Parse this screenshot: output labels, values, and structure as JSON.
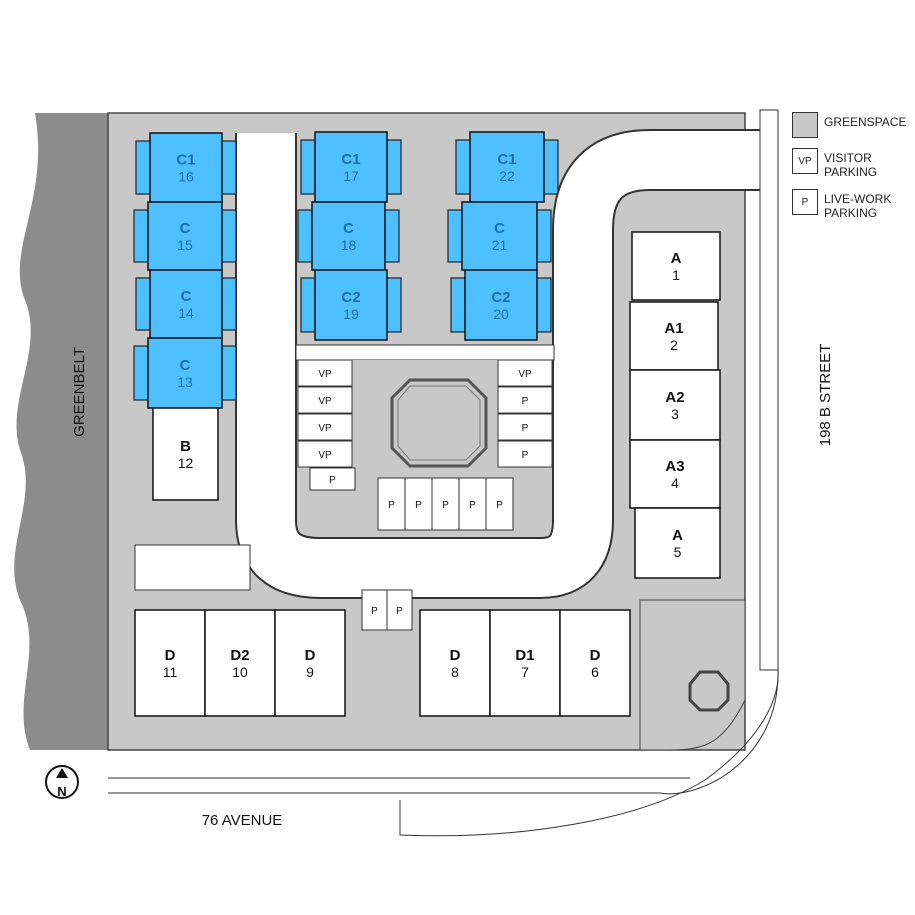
{
  "colors": {
    "greenspace": "#c8c8c8",
    "greenbelt": "#8c8c8c",
    "highlight": "#4fc0ff",
    "highlight_text": "#1a6fa8",
    "building": "#ffffff",
    "outline": "#222222"
  },
  "legend": [
    {
      "swatch": "",
      "label": "GREENSPACE"
    },
    {
      "swatch": "VP",
      "label": "VISITOR PARKING"
    },
    {
      "swatch": "P",
      "label": "LIVE-WORK PARKING"
    }
  ],
  "labels": {
    "greenbelt": "GREENBELT",
    "street": "198 B STREET",
    "avenue": "76 AVENUE",
    "north": "N"
  },
  "units": [
    {
      "type": "C1",
      "number": "16",
      "highlighted": true
    },
    {
      "type": "C",
      "number": "15",
      "highlighted": true
    },
    {
      "type": "C",
      "number": "14",
      "highlighted": true
    },
    {
      "type": "C",
      "number": "13",
      "highlighted": true
    },
    {
      "type": "C1",
      "number": "17",
      "highlighted": true
    },
    {
      "type": "C",
      "number": "18",
      "highlighted": true
    },
    {
      "type": "C2",
      "number": "19",
      "highlighted": true
    },
    {
      "type": "C1",
      "number": "22",
      "highlighted": true
    },
    {
      "type": "C",
      "number": "21",
      "highlighted": true
    },
    {
      "type": "C2",
      "number": "20",
      "highlighted": true
    },
    {
      "type": "B",
      "number": "12",
      "highlighted": false
    },
    {
      "type": "A",
      "number": "1",
      "highlighted": false
    },
    {
      "type": "A1",
      "number": "2",
      "highlighted": false
    },
    {
      "type": "A2",
      "number": "3",
      "highlighted": false
    },
    {
      "type": "A3",
      "number": "4",
      "highlighted": false
    },
    {
      "type": "A",
      "number": "5",
      "highlighted": false
    },
    {
      "type": "D",
      "number": "11",
      "highlighted": false
    },
    {
      "type": "D2",
      "number": "10",
      "highlighted": false
    },
    {
      "type": "D",
      "number": "9",
      "highlighted": false
    },
    {
      "type": "D",
      "number": "8",
      "highlighted": false
    },
    {
      "type": "D1",
      "number": "7",
      "highlighted": false
    },
    {
      "type": "D",
      "number": "6",
      "highlighted": false
    }
  ],
  "parking": {
    "left_column": [
      "VP",
      "VP",
      "VP",
      "VP",
      "P"
    ],
    "right_column": [
      "VP",
      "P",
      "P",
      "P"
    ],
    "bottom_row": [
      "P",
      "P",
      "P",
      "P",
      "P"
    ],
    "south_pair": [
      "P",
      "P"
    ]
  }
}
